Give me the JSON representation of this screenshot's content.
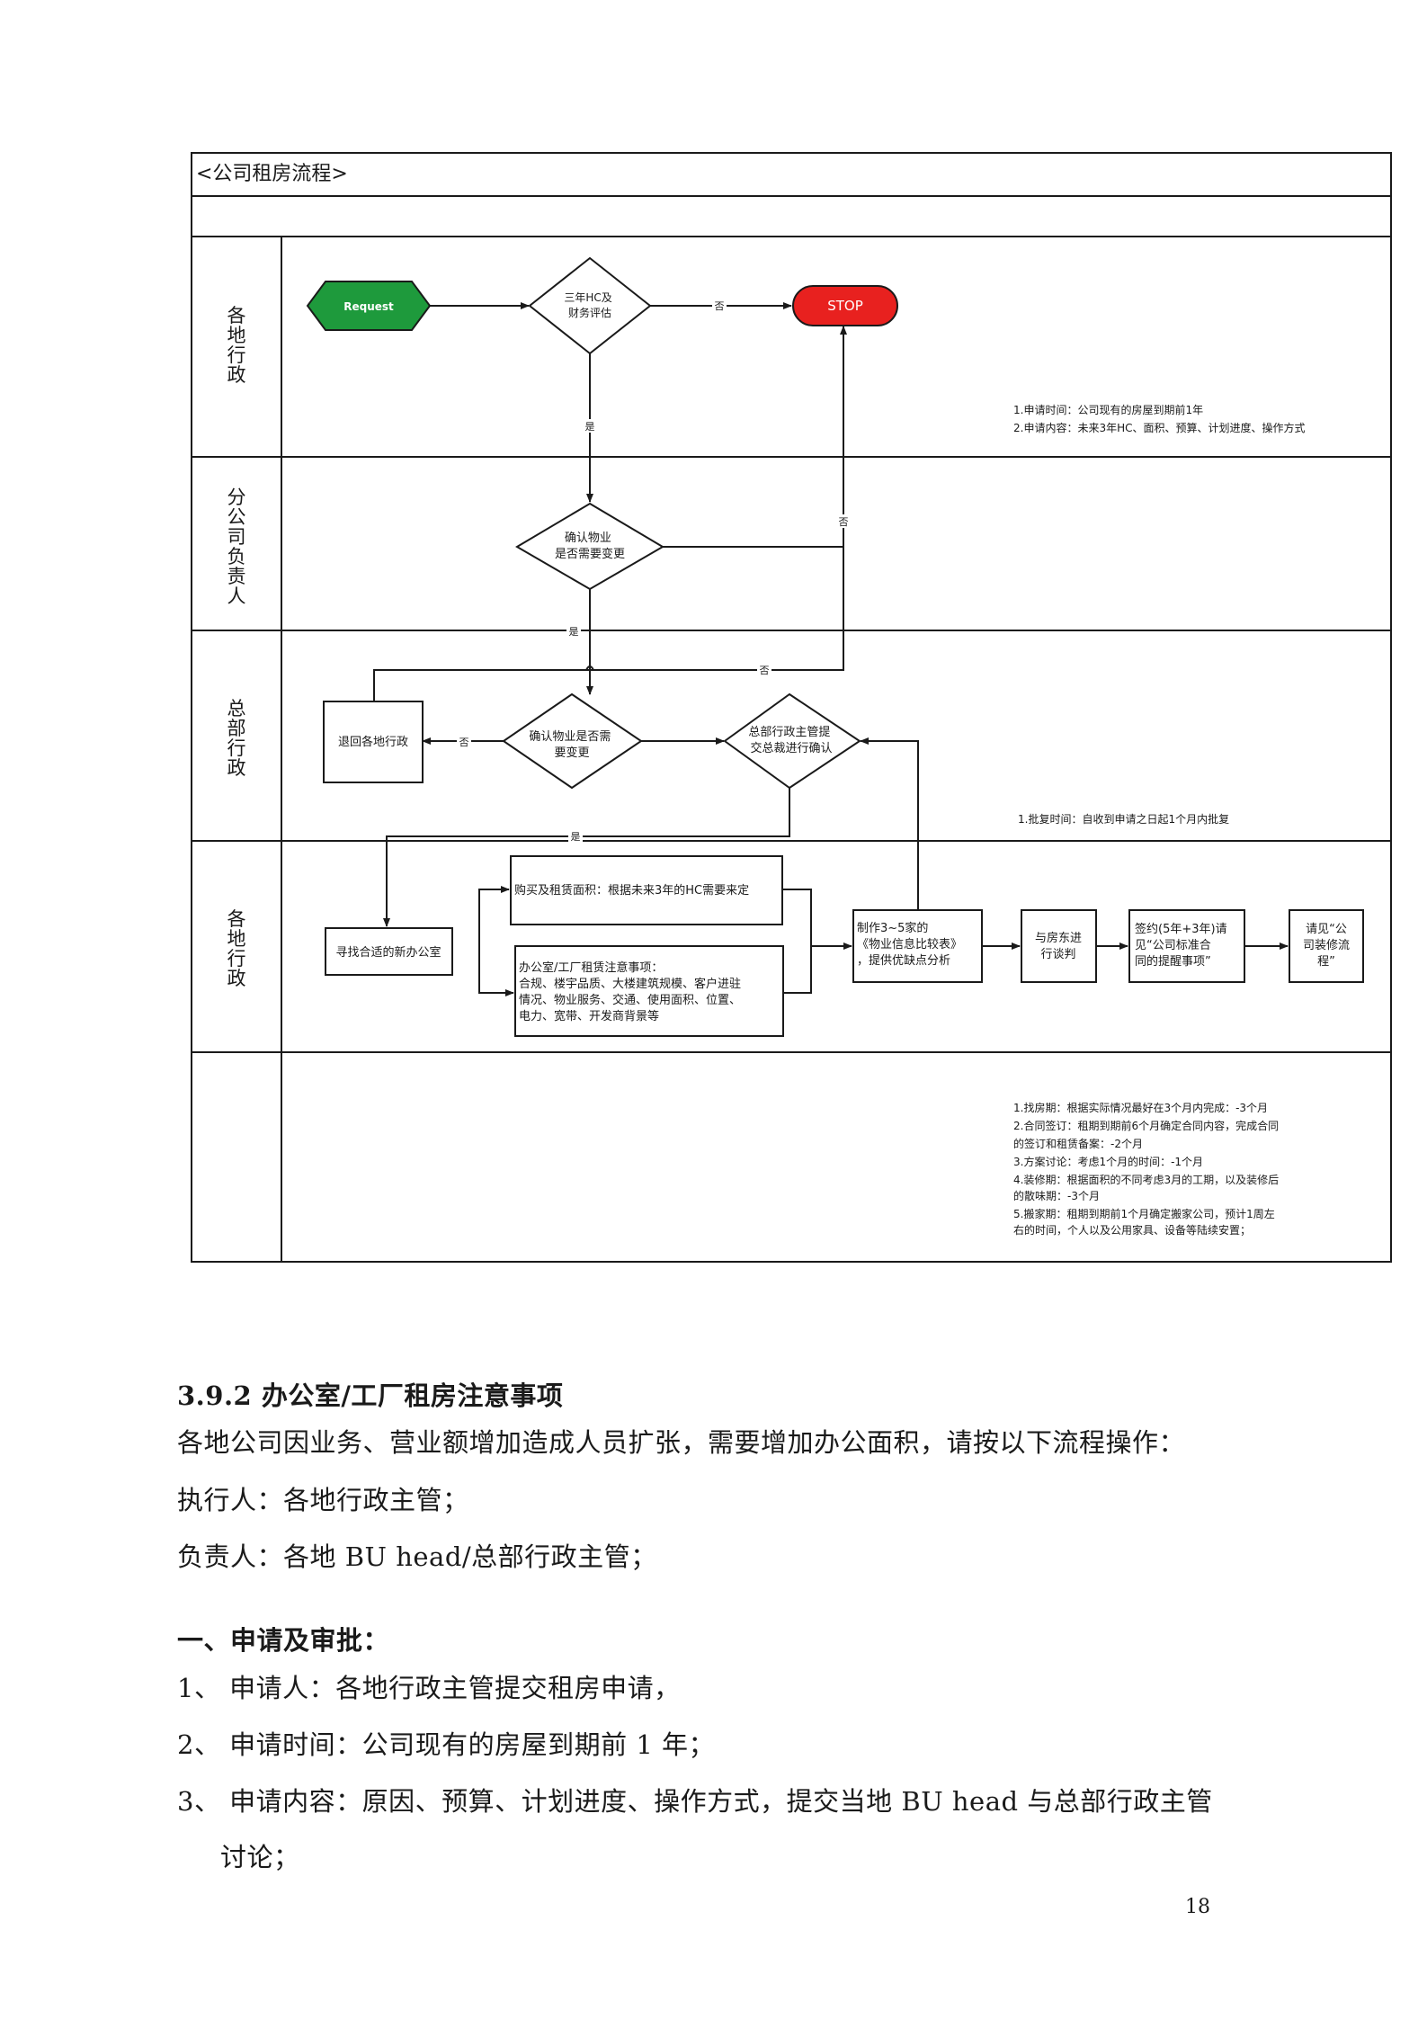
{
  "diagram": {
    "title": "<公司租房流程>",
    "lanes": [
      "各地行政",
      "分公司负责人",
      "总部行政",
      "各地行政",
      ""
    ],
    "nodes": {
      "request": "Request",
      "evaluate_hc": [
        "三年HC及",
        "财务评估"
      ],
      "stop": "STOP",
      "confirm_property": [
        "确认物业",
        "是否需要变更"
      ],
      "hq_confirm_property": [
        "确认物业是否需",
        "要变更"
      ],
      "return_local": "退回各地行政",
      "hq_submit": [
        "总部行政主管提",
        "交总裁进行确认"
      ],
      "find_office": "寻找合适的新办公室",
      "purchase_area": "购买及租赁面积：根据未来3年的HC需要来定",
      "notes_box": [
        "办公室/工厂租赁注意事项：",
        "合规、楼宇品质、大楼建筑规模、客户进驻",
        "情况、物业服务、交通、使用面积、位置、",
        "电力、宽带、开发商背景等"
      ],
      "compare": [
        "制作3~5家的",
        "《物业信息比较表》",
        "，提供优缺点分析"
      ],
      "negotiate": [
        "与房东进",
        "行谈判"
      ],
      "sign": [
        "签约(5年+3年)请",
        "见“公司标准合",
        "同的提醒事项”"
      ],
      "renovation": [
        "请见“公",
        "司装修流",
        "程”"
      ]
    },
    "edge_labels": {
      "no1": "否",
      "yes1": "是",
      "no2": "否",
      "yes2": "是",
      "no3": "否",
      "no4": "否",
      "yes3": "是"
    },
    "notes": {
      "lane1": [
        "1.申请时间：公司现有的房屋到期前1年",
        "2.申请内容：未来3年HC、面积、预算、计划进度、操作方式"
      ],
      "lane3": [
        "1.批复时间：自收到申请之日起1个月内批复"
      ],
      "lane5": [
        "1.找房期：根据实际情况最好在3个月内完成：-3个月",
        "2.合同签订：租期到期前6个月确定合同内容，完成合同",
        "的签订和租赁备案：-2个月",
        "3.方案讨论：考虑1个月的时间：-1个月",
        "4.装修期：根据面积的不同考虑3月的工期，以及装修后",
        "的散味期：-3个月",
        "5.搬家期：租期到期前1个月确定搬家公司，预计1周左",
        "右的时间，个人以及公用家具、设备等陆续安置；"
      ]
    },
    "colors": {
      "request": "#1e9a3c",
      "stop": "#e8211f",
      "line": "#1a1a1a"
    }
  },
  "section": {
    "heading": "3.9.2 办公室/工厂租房注意事项",
    "intro": "各地公司因业务、营业额增加造成人员扩张，需要增加办公面积，请按以下流程操作：",
    "executor": "执行人：各地行政主管；",
    "responsible": "负责人：各地 BU head/总部行政主管；"
  },
  "subsection": {
    "heading": "一、申请及审批：",
    "items": [
      "1、 申请人：各地行政主管提交租房申请，",
      "2、 申请时间：公司现有的房屋到期前 1 年；",
      "3、 申请内容：原因、预算、计划进度、操作方式，提交当地 BU head 与总部行政主管"
    ],
    "item3_cont": "讨论；"
  },
  "page_number": "18"
}
